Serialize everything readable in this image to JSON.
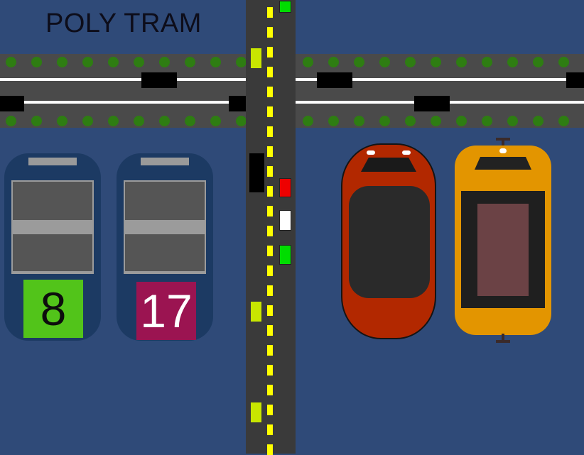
{
  "app": {
    "title": "POLY TRAM"
  },
  "colors": {
    "background": "#2f4a78",
    "road": "#3a3a3a",
    "lane_marking": "#ffff00",
    "hedge": "#2e7d12",
    "red_tram": "#b22800",
    "yellow_tram": "#e39500"
  },
  "signals": {
    "top": "green",
    "middle": [
      "red",
      "white",
      "green"
    ]
  },
  "tram_selector": [
    {
      "line": "8",
      "badge_color": "#52c41a",
      "text_color": "#0d0d0d"
    },
    {
      "line": "17",
      "badge_color": "#9b1451",
      "text_color": "#ffffff"
    }
  ],
  "trams": [
    {
      "name": "red-tram",
      "color": "#b22800"
    },
    {
      "name": "yellow-tram",
      "color": "#e39500"
    }
  ]
}
